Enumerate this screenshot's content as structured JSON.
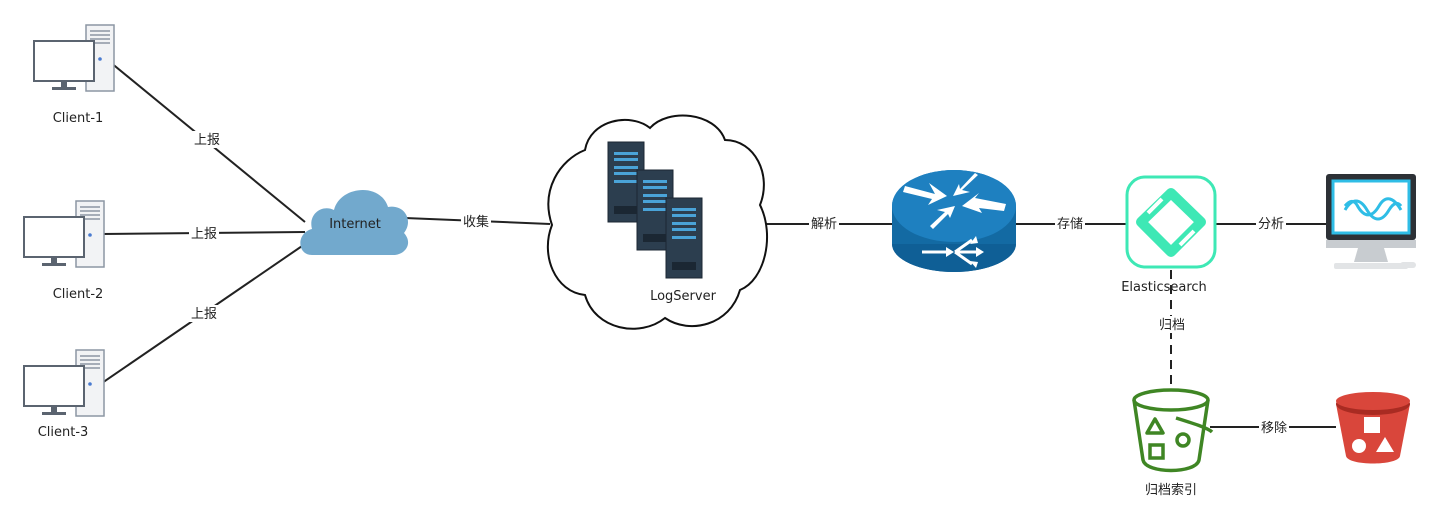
{
  "nodes": {
    "client1": {
      "label": "Client-1",
      "icon": "desktop-computer-icon"
    },
    "client2": {
      "label": "Client-2",
      "icon": "desktop-computer-icon"
    },
    "client3": {
      "label": "Client-3",
      "icon": "desktop-computer-icon"
    },
    "internet": {
      "label": "Internet",
      "icon": "cloud-icon",
      "color": "#6fa8cc"
    },
    "logserver": {
      "label": "LogServer",
      "icon": "server-rack-icon"
    },
    "router": {
      "label": "",
      "icon": "router-icon",
      "color": "#1a7ab8"
    },
    "elasticsearch": {
      "label": "Elasticsearch",
      "icon": "elasticsearch-icon",
      "color": "#3ee8b5"
    },
    "monitor": {
      "label": "",
      "icon": "monitor-icon"
    },
    "archive": {
      "label": "归档索引",
      "icon": "bucket-icon",
      "color": "#3f8624"
    },
    "trash": {
      "label": "",
      "icon": "delete-bucket-icon",
      "color": "#d9463b"
    }
  },
  "edges": {
    "client1_internet": "上报",
    "client2_internet": "上报",
    "client3_internet": "上报",
    "internet_logserver": "收集",
    "logserver_router": "解析",
    "router_es": "存储",
    "es_monitor": "分析",
    "es_archive": "归档",
    "archive_trash": "移除"
  }
}
